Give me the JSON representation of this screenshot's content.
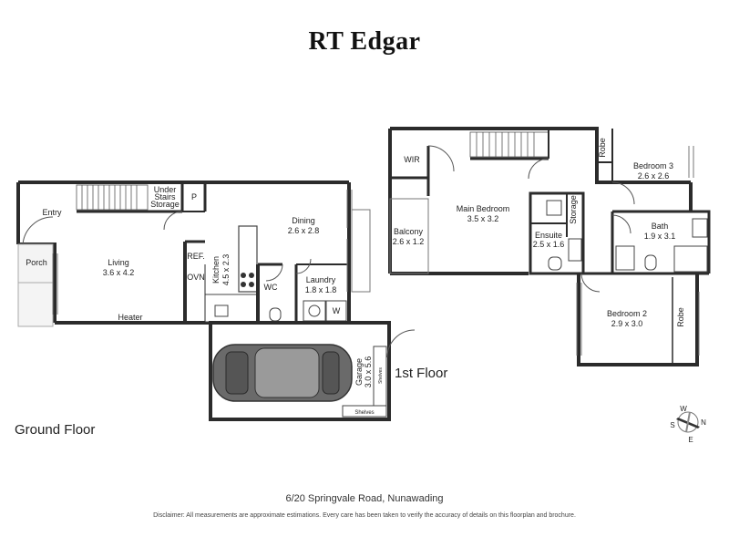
{
  "brand": "RT Edgar",
  "floors": {
    "ground": "Ground Floor",
    "first": "1st Floor"
  },
  "rooms": {
    "entry": "Entry",
    "under_stairs_1": "Under",
    "under_stairs_2": "Stairs",
    "under_stairs_3": "Storage",
    "pantry": "P",
    "porch": "Porch",
    "living": "Living",
    "living_dim": "3.6 x 4.2",
    "heater": "Heater",
    "ref": "REF.",
    "ovn": "OVN",
    "kitchen": "Kitchen",
    "kitchen_dim": "4.5 x 2.3",
    "dining": "Dining",
    "dining_dim": "2.6 x 2.8",
    "wc": "WC",
    "laundry": "Laundry",
    "laundry_dim": "1.8 x 1.8",
    "washer": "W",
    "garage": "Garage",
    "garage_dim": "3.0 x 5.6",
    "shelves": "Shelves",
    "wir": "WIR",
    "main_bedroom": "Main Bedroom",
    "main_bedroom_dim": "3.5 x 3.2",
    "balcony": "Balcony",
    "balcony_dim": "2.6 x 1.2",
    "ensuite": "Ensuite",
    "ensuite_dim": "2.5 x 1.6",
    "storage": "Storage",
    "robe": "Robe",
    "bedroom3": "Bedroom 3",
    "bedroom3_dim": "2.6 x 2.6",
    "bath": "Bath",
    "bath_dim": "1.9 x 3.1",
    "bedroom2": "Bedroom 2",
    "bedroom2_dim": "2.9 x 3.0"
  },
  "compass": {
    "n": "N",
    "s": "S",
    "e": "E",
    "w": "W"
  },
  "address": "6/20 Springvale Road, Nunawading",
  "disclaimer": "Disclaimer: All measurements are approximate estimations. Every care has been taken to verify the accuracy of details on this floorplan and brochure."
}
